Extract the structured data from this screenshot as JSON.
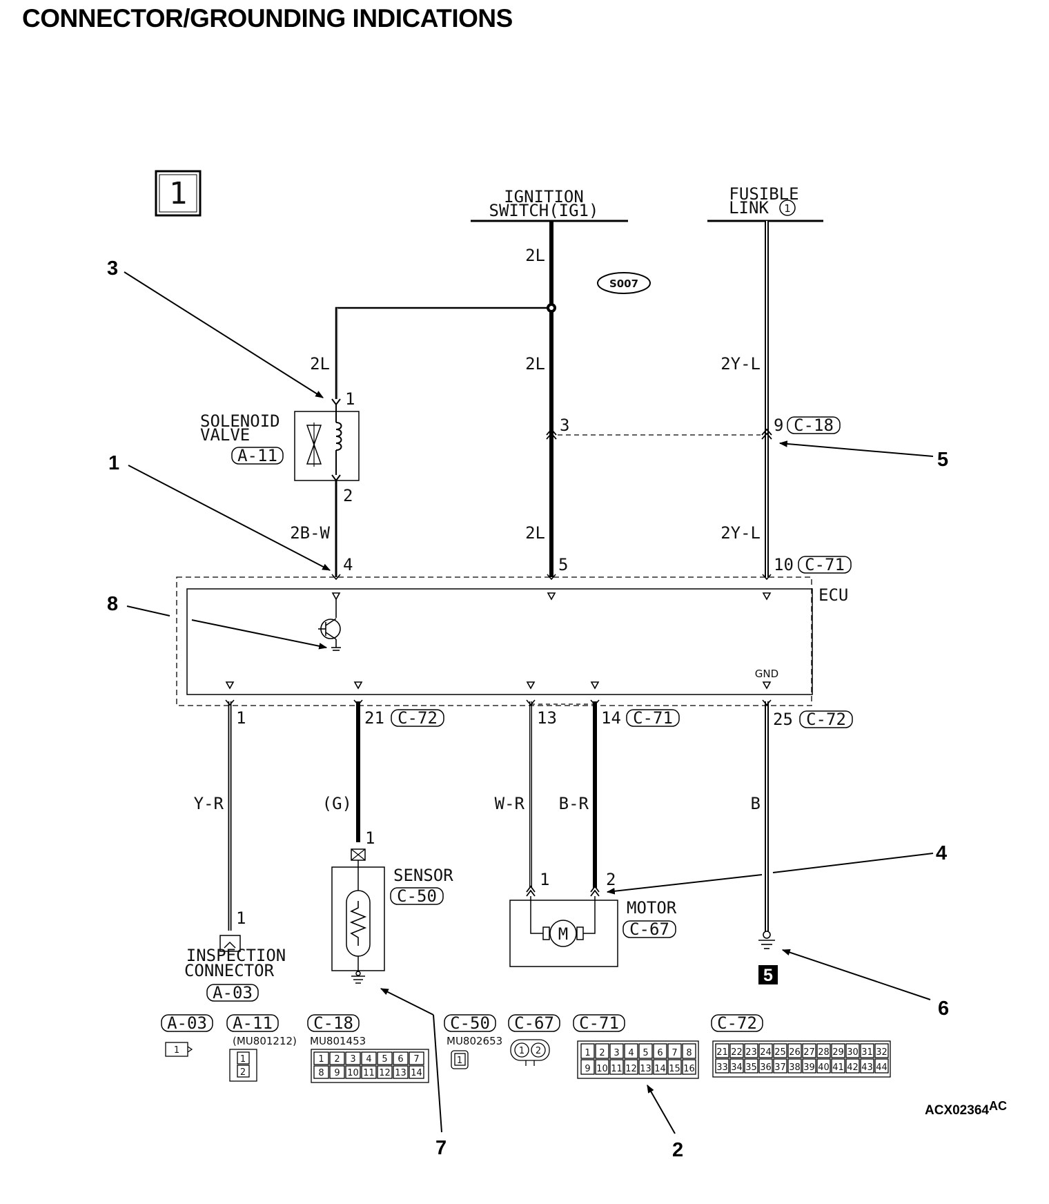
{
  "title": "CONNECTOR/GROUNDING INDICATIONS",
  "page_box": "1",
  "sources": {
    "ignition_l1": "IGNITION",
    "ignition_l2": "SWITCH(IG1)",
    "fusible_l1": "FUSIBLE",
    "fusible_l2": "LINK",
    "fusible_num": "1"
  },
  "splice": "S007",
  "wires": {
    "sol_top": "2L",
    "ign_top": "2L",
    "ign_mid": "2L",
    "ign_low": "2L",
    "fus_mid": "2Y-L",
    "fus_low": "2Y-L",
    "sol_bottom": "2B-W",
    "insp": "Y-R",
    "sensor": "(G)",
    "motor1": "W-R",
    "motor2": "B-R",
    "ground": "B"
  },
  "pins": {
    "sol1": "1",
    "sol2": "2",
    "c18_3": "3",
    "c18_9": "9",
    "ecu4": "4",
    "ecu5": "5",
    "ecu10": "10",
    "ecu1": "1",
    "ecu21": "21",
    "ecu13": "13",
    "ecu14": "14",
    "ecu25": "25",
    "sensor1": "1",
    "motor1": "1",
    "motor2": "2",
    "insp1": "1"
  },
  "connectors": {
    "c18": "C-18",
    "c71": "C-71",
    "c72": "C-72",
    "a11": "A-11",
    "a03": "A-03",
    "c50": "C-50",
    "c67": "C-67"
  },
  "components": {
    "solenoid_l1": "SOLENOID",
    "solenoid_l2": "VALVE",
    "ecu": "ECU",
    "gnd": "GND",
    "sensor": "SENSOR",
    "motor": "MOTOR",
    "insp_l1": "INSPECTION",
    "insp_l2": "CONNECTOR",
    "motor_symbol": "M",
    "ground_point": "5"
  },
  "callouts": [
    "1",
    "2",
    "3",
    "4",
    "5",
    "6",
    "7",
    "8"
  ],
  "legend": {
    "a03_part": "",
    "a11_part": "(MU801212)",
    "c18_part": "MU801453",
    "c50_part": "MU802653",
    "a03_pin": "1",
    "a11_pins": [
      "1",
      "2"
    ],
    "c18_pins": [
      "1",
      "2",
      "3",
      "4",
      "5",
      "6",
      "7",
      "8",
      "9",
      "10",
      "11",
      "12",
      "13",
      "14"
    ],
    "c50_pin": "1",
    "c67_pins": [
      "1",
      "2"
    ],
    "c71_pins": [
      "1",
      "2",
      "3",
      "4",
      "5",
      "6",
      "7",
      "8",
      "9",
      "10",
      "11",
      "12",
      "13",
      "14",
      "15",
      "16"
    ],
    "c72_pins": [
      "21",
      "22",
      "23",
      "24",
      "25",
      "26",
      "27",
      "28",
      "29",
      "30",
      "31",
      "32",
      "33",
      "34",
      "35",
      "36",
      "37",
      "38",
      "39",
      "40",
      "41",
      "42",
      "43",
      "44"
    ]
  },
  "figure_code": "ACX02364",
  "figure_suffix": "AC"
}
